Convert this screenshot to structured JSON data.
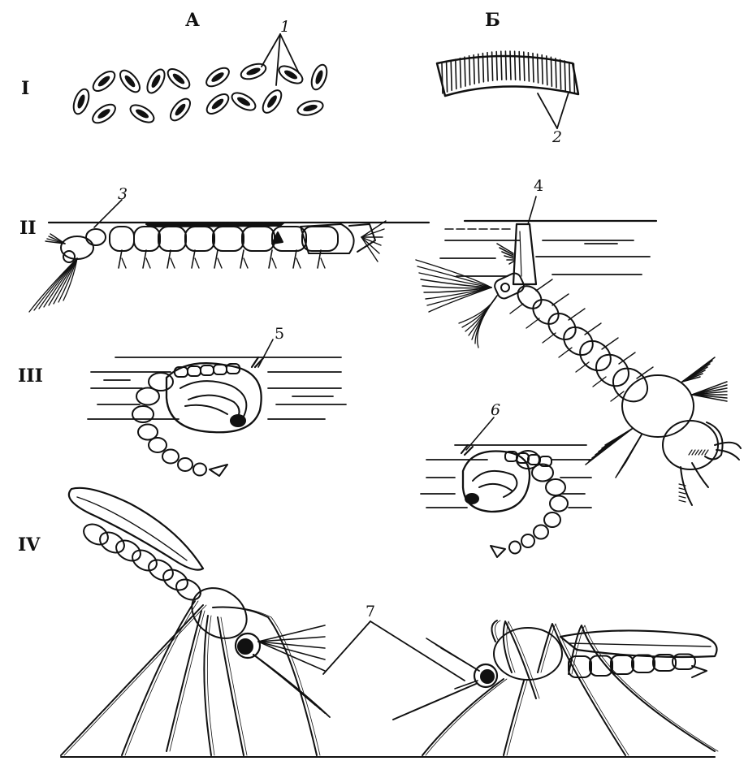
{
  "columns": [
    "А",
    "Б"
  ],
  "rows": [
    "I",
    "II",
    "III",
    "IV"
  ],
  "callouts": [
    "1",
    "2",
    "3",
    "4",
    "5",
    "6",
    "7"
  ],
  "colors": {
    "ink": "#111111",
    "paper": "#ffffff"
  }
}
